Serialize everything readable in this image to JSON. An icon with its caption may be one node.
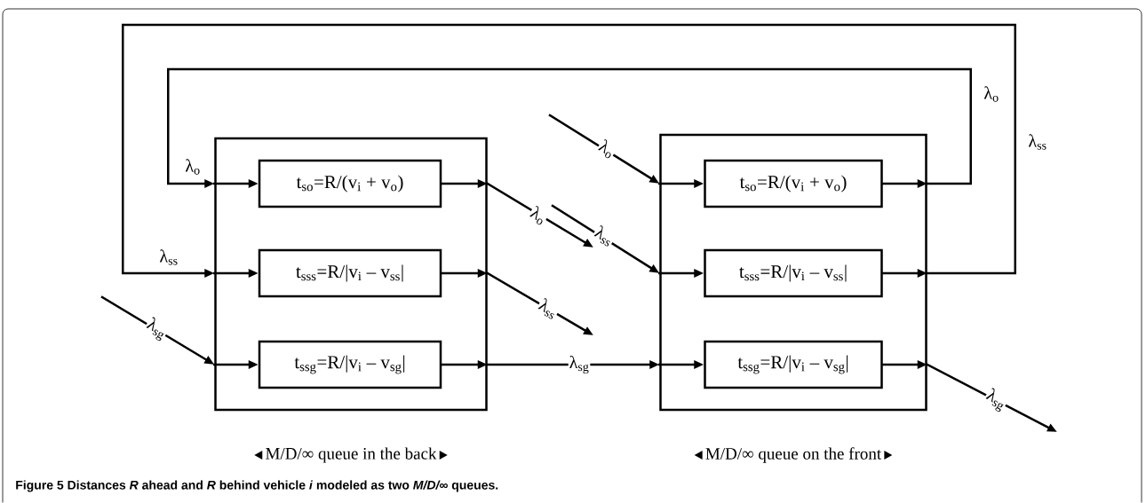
{
  "diagram": {
    "caption": "Figure 5 Distances *R* ahead and *R* behind vehicle *i* modeled as two *M/D/∞* queues.",
    "nodes": [
      {
        "text": [
          "M/D/∞ queue in the back"
        ]
      },
      {
        "text": [
          "t$_{so}$=R/(v$_{i}$ + v$_{o}$)"
        ],
        "in": 0
      },
      {
        "text": [
          "t$_{sss}$=R/|v$_{i}$ – v$_{ss}$|"
        ],
        "in": 0
      },
      {
        "text": [
          "t$_{ssg}$=R/|v$_{i}$ – v$_{sg}$|"
        ],
        "in": 0
      },
      {
        "text": [
          "M/D/∞ queue on the front"
        ]
      },
      {
        "text": [
          "t$_{so}$=R/(v$_{i}$ + v$_{o}$)"
        ],
        "in": 4
      },
      {
        "text": [
          "t$_{sss}$=R/|v$_{i}$ – v$_{ss}$|"
        ],
        "in": 4
      },
      {
        "text": [
          "t$_{ssg}$=R/|v$_{i}$ – v$_{sg}$|"
        ],
        "in": 4
      }
    ],
    "edges": [
      {
        "from": 4,
        "to": 0,
        "arrow": "to",
        "label": "λ$_{o}$"
      },
      {
        "from": 4,
        "to": 0,
        "arrow": "to",
        "label": "λ$_{ss}$"
      },
      {
        "from": null,
        "to": 0,
        "arrow": "to",
        "label": "λ$_{sg}$"
      },
      {
        "from": 0,
        "to": 1,
        "arrow": "to"
      },
      {
        "from": 0,
        "to": 2,
        "arrow": "to"
      },
      {
        "from": 0,
        "to": 3,
        "arrow": "to"
      },
      {
        "from": 1,
        "to": 0,
        "arrow": "to"
      },
      {
        "from": 2,
        "to": 0,
        "arrow": "to"
      },
      {
        "from": 3,
        "to": 0,
        "arrow": "to"
      },
      {
        "from": 0,
        "to": null,
        "arrow": "to",
        "label": "λ$_{o}$"
      },
      {
        "from": 0,
        "to": null,
        "arrow": "to",
        "label": "λ$_{ss}$"
      },
      {
        "from": 0,
        "to": 4,
        "arrow": "to",
        "label": "λ$_{sg}$"
      },
      {
        "from": null,
        "to": 4,
        "arrow": "to",
        "label": "λ$_{o}$"
      },
      {
        "from": null,
        "to": 4,
        "arrow": "to",
        "label": "λ$_{ss}$"
      },
      {
        "from": 4,
        "to": 5,
        "arrow": "to"
      },
      {
        "from": 4,
        "to": 6,
        "arrow": "to"
      },
      {
        "from": 4,
        "to": 7,
        "arrow": "to"
      },
      {
        "from": 5,
        "to": 4,
        "arrow": "to"
      },
      {
        "from": 6,
        "to": 4,
        "arrow": "to"
      },
      {
        "from": 7,
        "to": 4,
        "arrow": "to"
      },
      {
        "from": 4,
        "to": null,
        "arrow": "to",
        "label": "λ$_{sg}$"
      }
    ],
    "labels": [
      "λ$_{o}$",
      "λ$_{ss}$"
    ]
  }
}
